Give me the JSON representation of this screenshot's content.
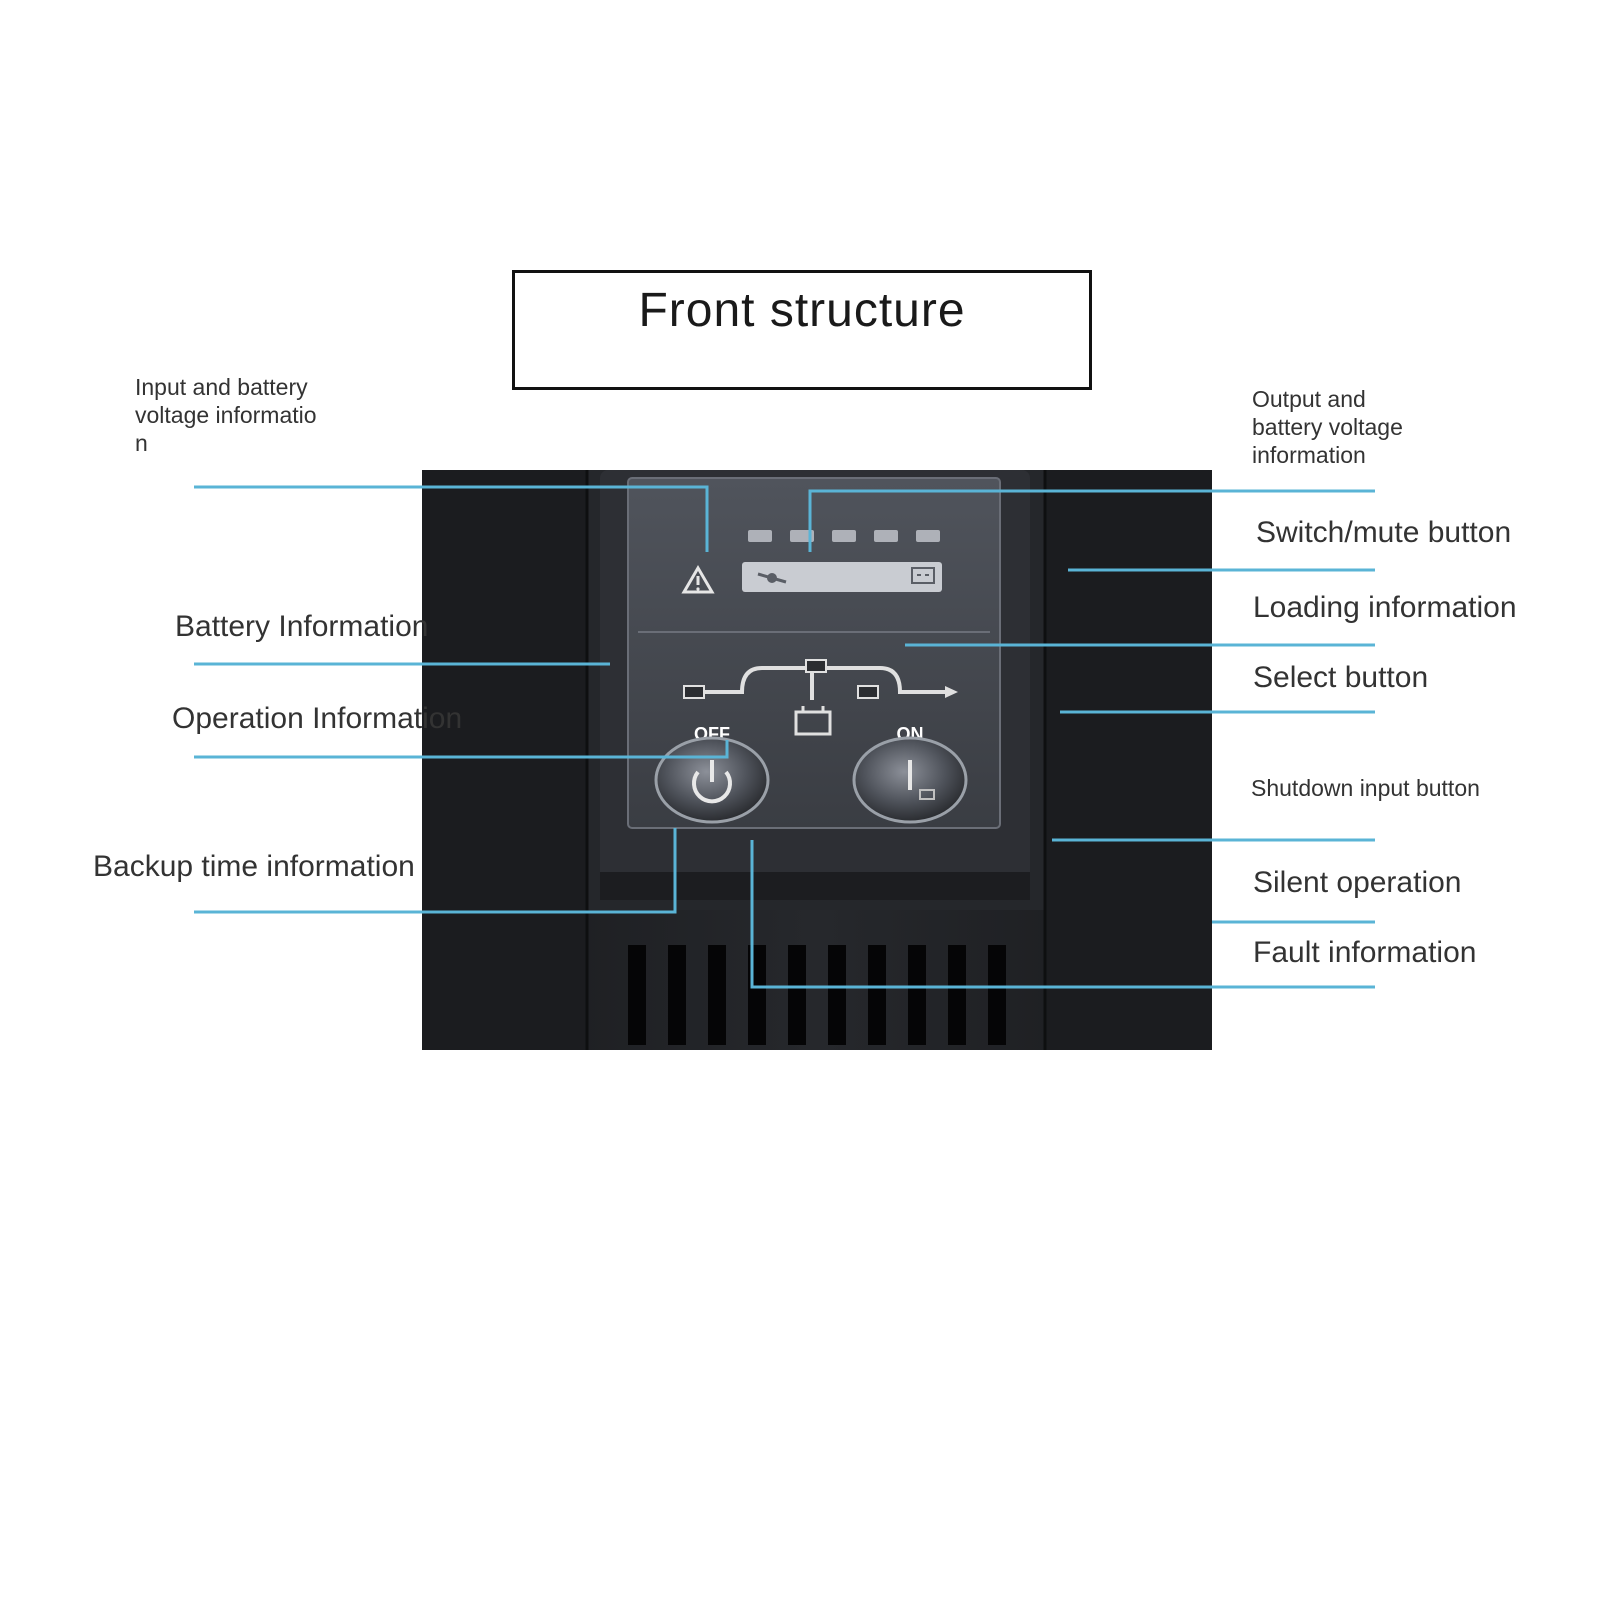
{
  "title": "Front structure",
  "colors": {
    "leader_line": "#5ab4d6",
    "device_body": "#1f2124",
    "device_side": "#141517",
    "panel": "#3b3e44",
    "panel_glass": "#4a4e57",
    "lcd": "#c9ccd2"
  },
  "panel_text": {
    "off": "OFF",
    "on": "ON"
  },
  "icons": [
    "warning-icon",
    "battery-icon",
    "power-icon",
    "on-switch-icon"
  ],
  "labels_left": [
    {
      "id": "input-battery-voltage",
      "text": "Input and battery voltage informatio n"
    },
    {
      "id": "battery-information",
      "text": "Battery Information"
    },
    {
      "id": "operation-information",
      "text": "Operation Information"
    },
    {
      "id": "backup-time-information",
      "text": "Backup time information"
    }
  ],
  "labels_right": [
    {
      "id": "output-battery-voltage",
      "text": "Output and battery voltage information"
    },
    {
      "id": "switch-mute-button",
      "text": "Switch/mute button"
    },
    {
      "id": "loading-information",
      "text": "Loading information"
    },
    {
      "id": "select-button",
      "text": "Select button"
    },
    {
      "id": "shutdown-input-button",
      "text": "Shutdown input button"
    },
    {
      "id": "silent-operation",
      "text": "Silent operation"
    },
    {
      "id": "fault-information",
      "text": "Fault information"
    }
  ]
}
